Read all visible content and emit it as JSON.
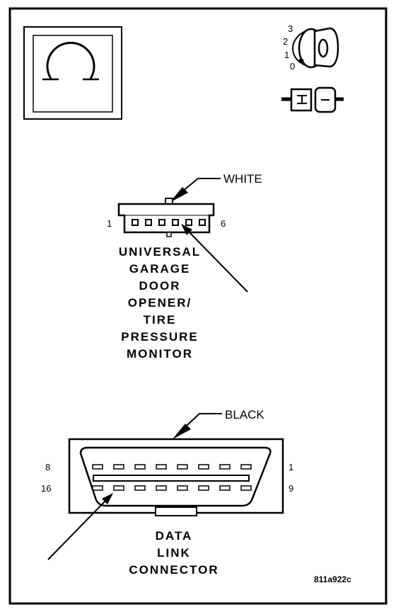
{
  "figure_id": "811a922c",
  "ignition_positions": [
    "3",
    "2",
    "1",
    "0"
  ],
  "top_connector": {
    "wire_color": "WHITE",
    "pin_start": "1",
    "pin_end": "6",
    "name_lines": [
      "UNIVERSAL",
      "GARAGE",
      "DOOR",
      "OPENER/",
      "TIRE",
      "PRESSURE",
      "MONITOR"
    ]
  },
  "bottom_connector": {
    "wire_color": "BLACK",
    "pin_top_left": "8",
    "pin_top_right": "1",
    "pin_bottom_left": "16",
    "pin_bottom_right": "9",
    "name_lines": [
      "DATA",
      "LINK",
      "CONNECTOR"
    ]
  }
}
